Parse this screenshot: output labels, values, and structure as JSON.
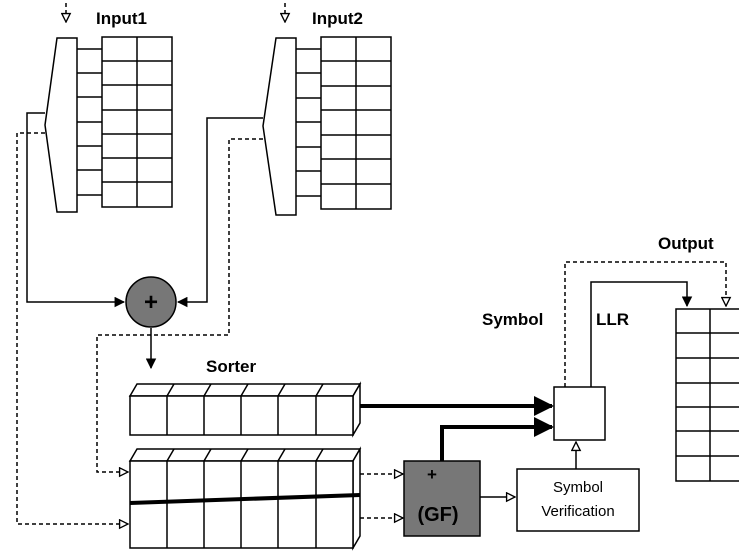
{
  "labels": {
    "input1": "Input1",
    "input2": "Input2",
    "output": "Output",
    "symbol": "Symbol",
    "llr": "LLR",
    "sorter": "Sorter",
    "adder_plus": "+",
    "gf_plus": "+",
    "gf_label": "(GF)",
    "verification_line1": "Symbol",
    "verification_line2": "Verification"
  },
  "colors": {
    "stroke": "#000000",
    "operator_fill": "#777777",
    "background": "#ffffff"
  }
}
